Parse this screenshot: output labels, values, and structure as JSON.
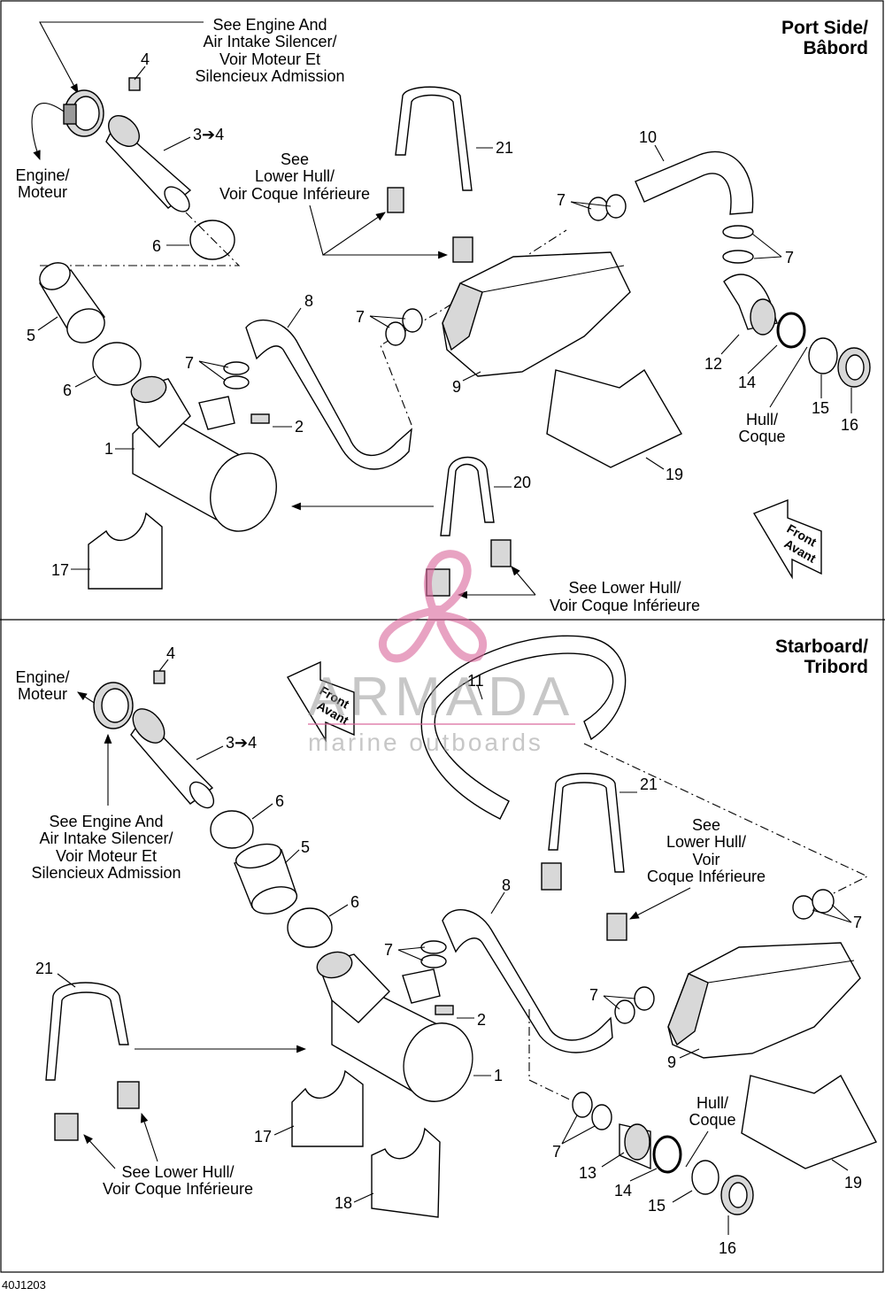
{
  "panels": {
    "port": {
      "title_line1": "Port Side/",
      "title_line2": "Bâbord"
    },
    "starboard": {
      "title_line1": "Starboard/",
      "title_line2": "Tribord"
    }
  },
  "notes": {
    "engine_intake": [
      "See Engine And",
      "Air Intake Silencer/",
      "Voir Moteur Et",
      "Silencieux Admission"
    ],
    "engine": [
      "Engine/",
      "Moteur"
    ],
    "lower_hull_block": [
      "See",
      "Lower Hull/",
      "Voir Coque Inférieure"
    ],
    "lower_hull_two": [
      "See Lower Hull/",
      "Voir Coque Inférieure"
    ],
    "lower_hull_four": [
      "See",
      "Lower Hull/",
      "Voir",
      "Coque Inférieure"
    ],
    "hull": [
      "Hull/",
      "Coque"
    ],
    "front": [
      "Front",
      "Avant"
    ]
  },
  "callouts": {
    "p1": "1",
    "p2": "2",
    "p3": "3➔4",
    "p4": "4",
    "p5": "5",
    "p6": "6",
    "p7": "7",
    "p8": "8",
    "p9": "9",
    "p10": "10",
    "p11": "11",
    "p12": "12",
    "p13": "13",
    "p14": "14",
    "p15": "15",
    "p16": "16",
    "p17": "17",
    "p18": "18",
    "p19": "19",
    "p20": "20",
    "p21": "21"
  },
  "watermark": {
    "brand": "ARMADA",
    "tagline": "marine outboards"
  },
  "drawing_code": "40J1203"
}
